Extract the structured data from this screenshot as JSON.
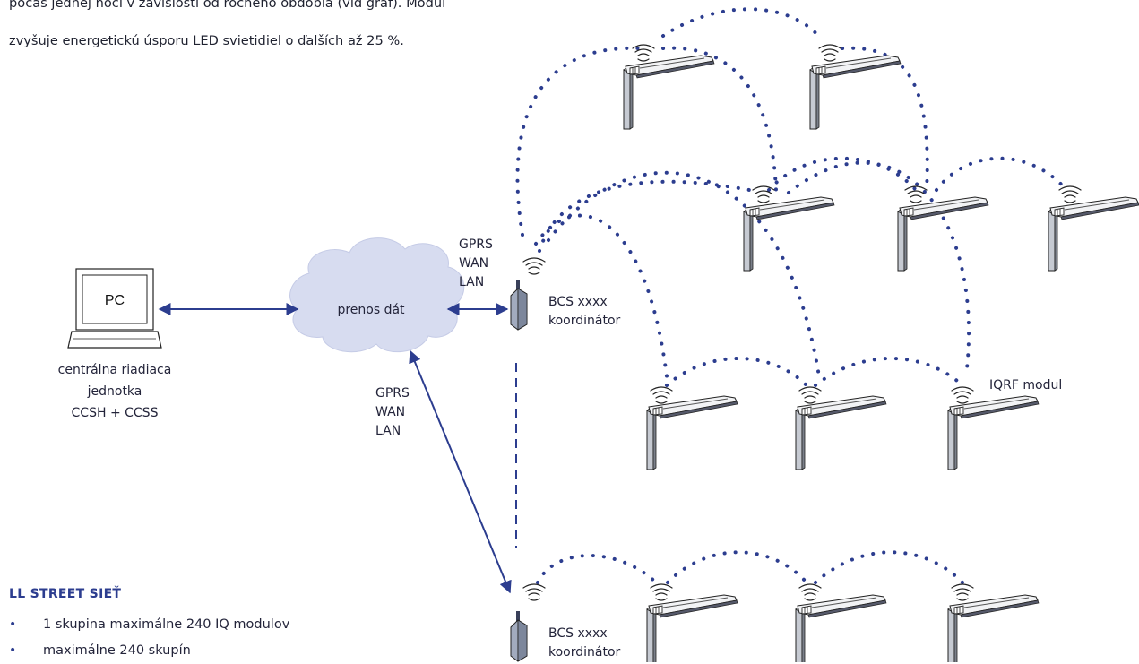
{
  "intro": {
    "line1": "počas jednej noci v závislosti od ročného obdobia (viď graf). Modul",
    "line2": "zvyšuje energetickú úsporu LED svietidiel o ďalších až 25 %."
  },
  "diagram": {
    "pc_label": "PC",
    "central_unit": [
      "centrálna riadiaca",
      "jednotka",
      "CCSH + CCSS"
    ],
    "cloud_label": "prenos dát",
    "link_top": [
      "GPRS",
      "WAN",
      "LAN"
    ],
    "link_bottom": [
      "GPRS",
      "WAN",
      "LAN"
    ],
    "coordinator_top": [
      "BCS xxxx",
      "koordinátor"
    ],
    "coordinator_bottom": [
      "BCS xxxx",
      "koordinátor"
    ],
    "module_label": "IQRF modul",
    "colors": {
      "link": "#2c3d8f",
      "dots": "#2c3d8f",
      "device": "#8e97aa"
    }
  },
  "legend": {
    "title": "LL STREET SIEŤ",
    "items": [
      "1 skupina maximálne 240 IQ modulov",
      "maximálne 240 skupín"
    ]
  }
}
